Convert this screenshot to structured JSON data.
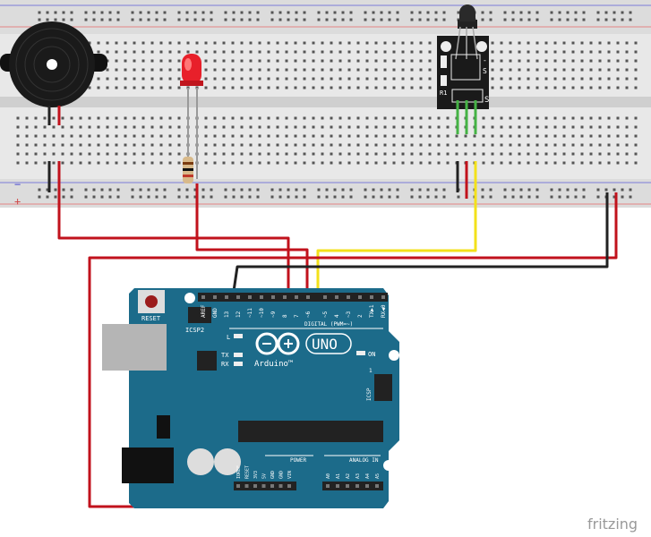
{
  "colors": {
    "breadboard": "#e6e6e6",
    "board": "#1c6b8a",
    "wire_red": "#c1121c",
    "wire_black": "#222222",
    "wire_yellow": "#f3e11a",
    "wire_green": "#45b345",
    "rail_blue": "#6a6ad8",
    "rail_red": "#e07070"
  },
  "breadboard": {
    "minus": "−",
    "plus": "+"
  },
  "sensor": {
    "r1": "R1",
    "s": "S",
    "minus": "-",
    "s2": "S"
  },
  "arduino": {
    "reset": "RESET",
    "icsp2": "ICSP2",
    "icsp": "ICSP",
    "icsp_pin1": "1",
    "digital_pins": [
      "AREF",
      "GND",
      "13",
      "12",
      "~11",
      "~10",
      "~9",
      "8",
      "7",
      "~6",
      "~5",
      "4",
      "~3",
      "2",
      "TX▶1",
      "RX◀0"
    ],
    "digital_label": "DIGITAL (PWM=~)",
    "led_l": "L",
    "tx": "TX",
    "rx": "RX",
    "on": "ON",
    "brand": "Arduino™",
    "model": "UNO",
    "power_pins": [
      "IOREF",
      "RESET",
      "3V3",
      "5V",
      "GND",
      "GND",
      "VIN"
    ],
    "power_label": "POWER",
    "analog_pins": [
      "A0",
      "A1",
      "A2",
      "A3",
      "A4",
      "A5"
    ],
    "analog_label": "ANALOG IN"
  },
  "watermark": "fritzing"
}
